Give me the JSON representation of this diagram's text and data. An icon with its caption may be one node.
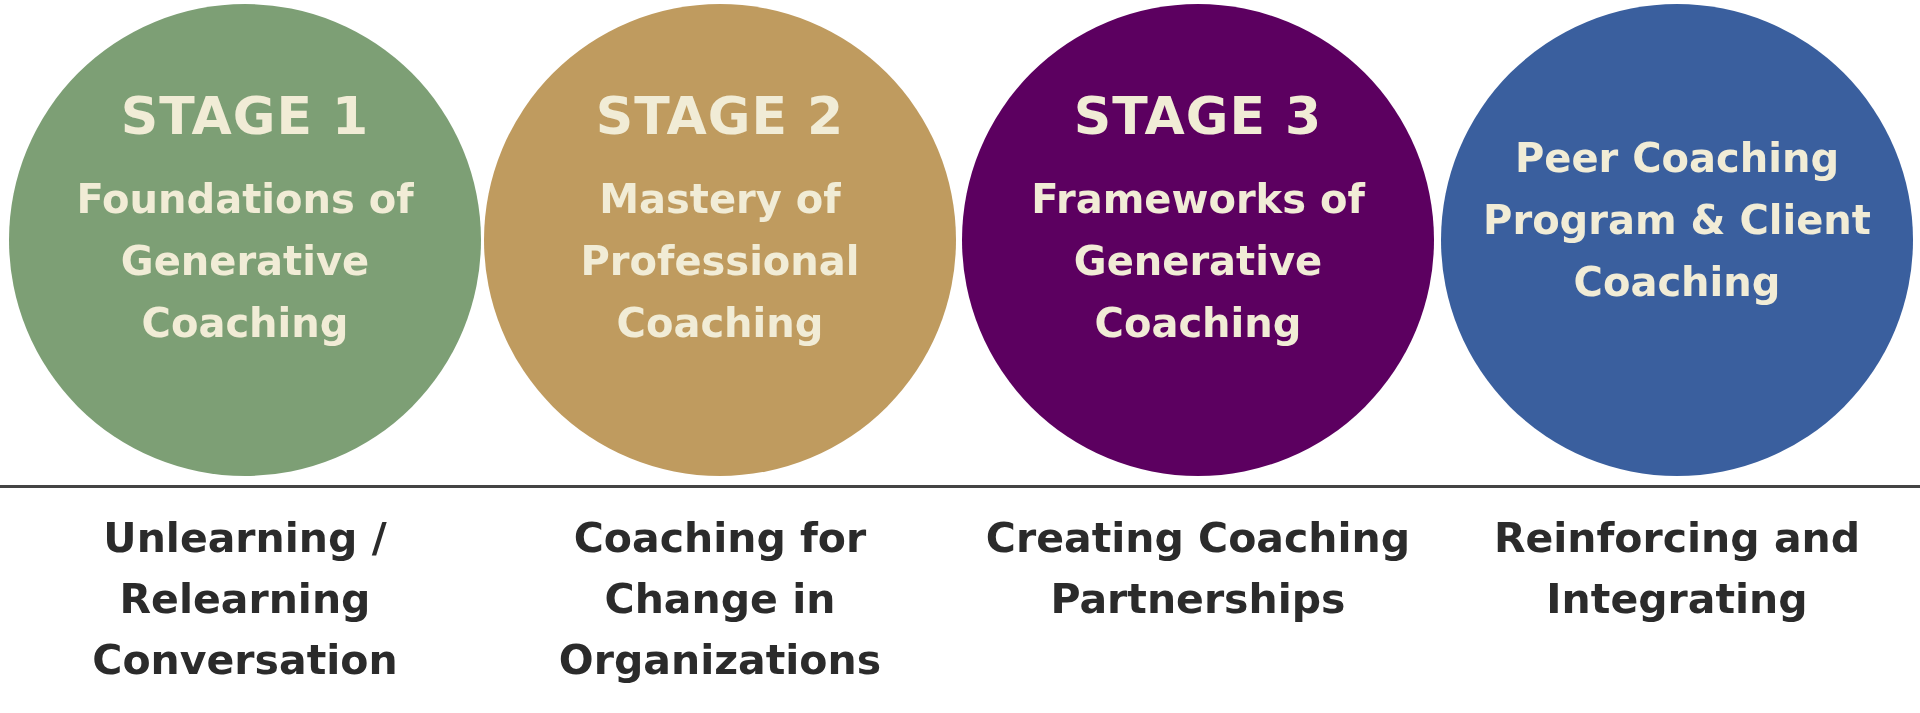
{
  "diagram": {
    "nodes": [
      {
        "text": [
          "STAGE 1",
          "Foundations of Generative Coaching"
        ],
        "beside": [
          "Unlearning / Relearning Conversation"
        ]
      },
      {
        "text": [
          "STAGE 2",
          "Mastery of Professional Coaching"
        ],
        "beside": [
          "Coaching for Change in Organizations"
        ]
      },
      {
        "text": [
          "STAGE 3",
          "Frameworks of Generative Coaching"
        ],
        "beside": [
          "Creating Coaching Partnerships"
        ]
      },
      {
        "text": [
          "Peer Coaching Program & Client Coaching"
        ],
        "beside": [
          "Reinforcing and Integrating"
        ]
      }
    ]
  }
}
